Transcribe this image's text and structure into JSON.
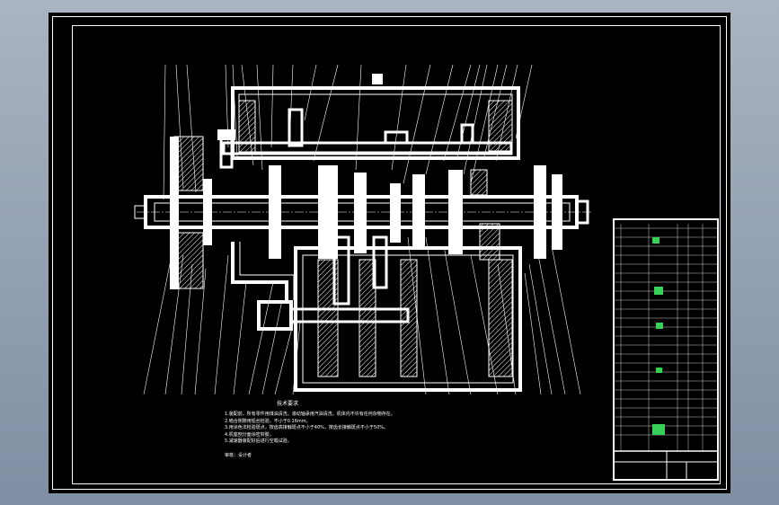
{
  "drawing": {
    "title_note": "技术要求",
    "notes": [
      "1.装配前，所有零件用煤油清洗，滚动轴承用汽油清洗，机体内不许有任何杂物存在。",
      "2.啮合侧隙用铅丝检验，不小于0.16mm。",
      "3.用涂色法检验斑点，按齿高接触斑点不小于40%，按齿长接触斑点不小于50%。",
      "4.机座剖分面涂密封胶。",
      "5.减速器装配好后进行空载试验。"
    ],
    "signature": "审核：设计者"
  },
  "colors": {
    "background_top": "#a9b4c2",
    "background_bottom": "#7f8fa3",
    "sheet": "#000000",
    "line": "#ffffff",
    "highlight": "#39d05a"
  }
}
